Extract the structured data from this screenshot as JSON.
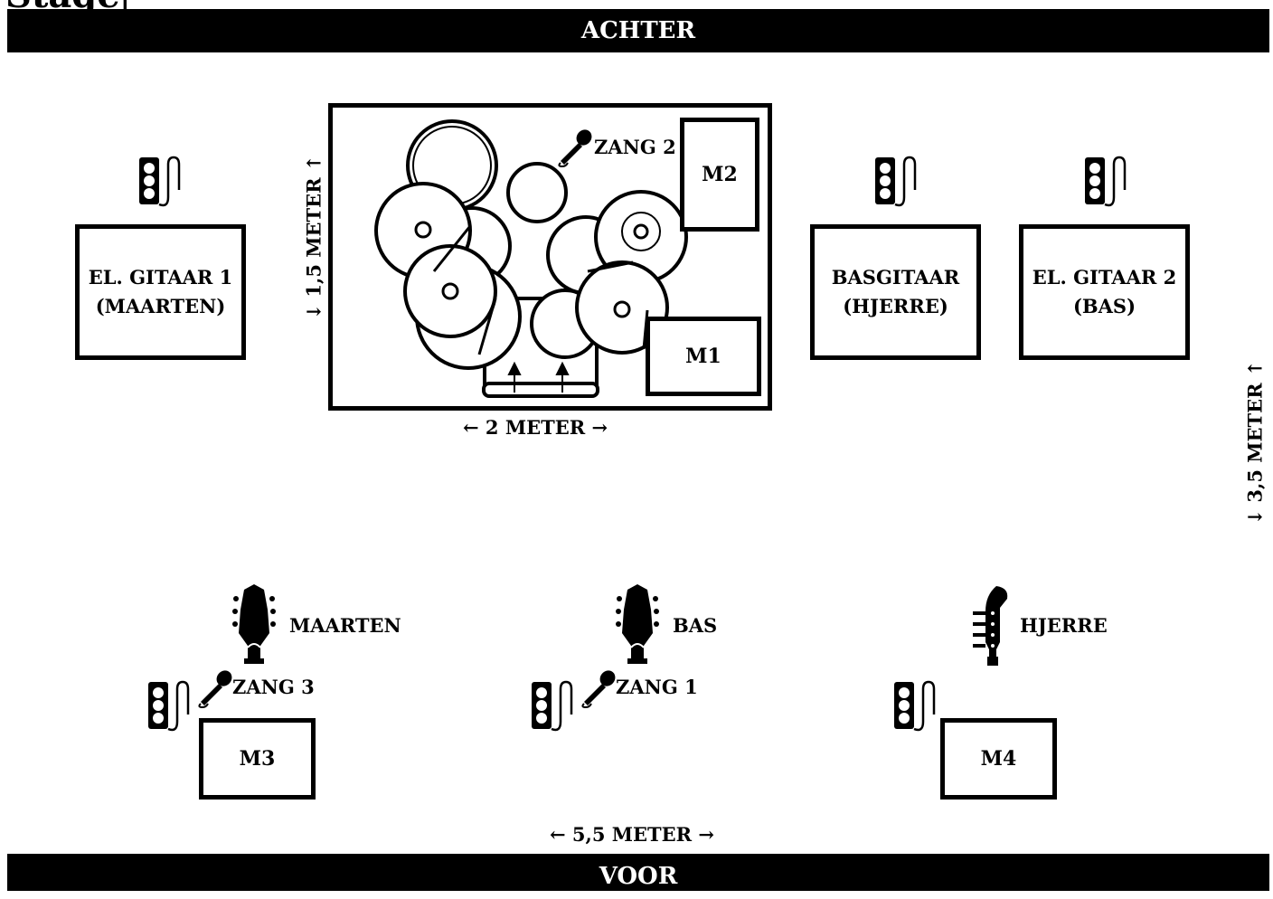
{
  "header": {
    "back_label": "ACHTER",
    "front_label": "VOOR"
  },
  "amps": {
    "guitar1": {
      "line1": "EL. GITAAR 1",
      "line2": "(MAARTEN)"
    },
    "bass": {
      "line1": "BASGITAAR",
      "line2": "(HJERRE)"
    },
    "guitar2": {
      "line1": "EL. GITAAR 2",
      "line2": "(BAS)"
    }
  },
  "monitors": {
    "m1": "M1",
    "m2": "M2",
    "m3": "M3",
    "m4": "M4"
  },
  "vocals": {
    "zang1": "ZANG 1",
    "zang2": "ZANG 2",
    "zang3": "ZANG 3"
  },
  "players": {
    "maarten": "MAARTEN",
    "bas": "BAS",
    "hjerre": "HJERRE"
  },
  "dimensions": {
    "riser_height": "↓ 1,5 METER ↑",
    "riser_width": "←  2 METER  →",
    "stage_depth": "↓ 3,5 METER ↑",
    "stage_width": "← 5,5 METER →"
  },
  "icons": {
    "power": "power-strip-icon",
    "mic": "microphone-icon",
    "guitar": "guitar-headstock-icon",
    "bass": "bass-headstock-icon",
    "drums": "drum-kit-icon"
  }
}
